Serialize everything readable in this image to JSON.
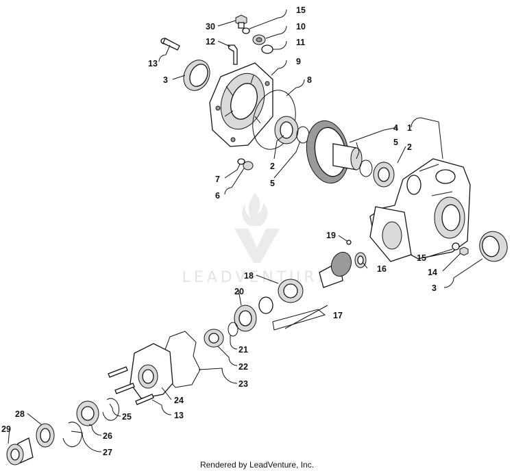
{
  "watermark": {
    "brand": "LEADVENTURE"
  },
  "footer": {
    "text": "Rendered by LeadVenture, Inc."
  },
  "callouts": [
    {
      "id": "c30",
      "label": "30"
    },
    {
      "id": "c15a",
      "label": "15"
    },
    {
      "id": "c10",
      "label": "10"
    },
    {
      "id": "c12",
      "label": "12"
    },
    {
      "id": "c11",
      "label": "11"
    },
    {
      "id": "c13a",
      "label": "13"
    },
    {
      "id": "c9",
      "label": "9"
    },
    {
      "id": "c3a",
      "label": "3"
    },
    {
      "id": "c8",
      "label": "8"
    },
    {
      "id": "c4",
      "label": "4"
    },
    {
      "id": "c1",
      "label": "1"
    },
    {
      "id": "c5a",
      "label": "5"
    },
    {
      "id": "c2a",
      "label": "2"
    },
    {
      "id": "c2b",
      "label": "2"
    },
    {
      "id": "c7",
      "label": "7"
    },
    {
      "id": "c5b",
      "label": "5"
    },
    {
      "id": "c6",
      "label": "6"
    },
    {
      "id": "c19",
      "label": "19"
    },
    {
      "id": "c15b",
      "label": "15"
    },
    {
      "id": "c16",
      "label": "16"
    },
    {
      "id": "c14",
      "label": "14"
    },
    {
      "id": "c18",
      "label": "18"
    },
    {
      "id": "c3b",
      "label": "3"
    },
    {
      "id": "c20",
      "label": "20"
    },
    {
      "id": "c17",
      "label": "17"
    },
    {
      "id": "c21",
      "label": "21"
    },
    {
      "id": "c22",
      "label": "22"
    },
    {
      "id": "c23",
      "label": "23"
    },
    {
      "id": "c24",
      "label": "24"
    },
    {
      "id": "c25",
      "label": "25"
    },
    {
      "id": "c13b",
      "label": "13"
    },
    {
      "id": "c28",
      "label": "28"
    },
    {
      "id": "c26",
      "label": "26"
    },
    {
      "id": "c29",
      "label": "29"
    },
    {
      "id": "c27",
      "label": "27"
    }
  ]
}
